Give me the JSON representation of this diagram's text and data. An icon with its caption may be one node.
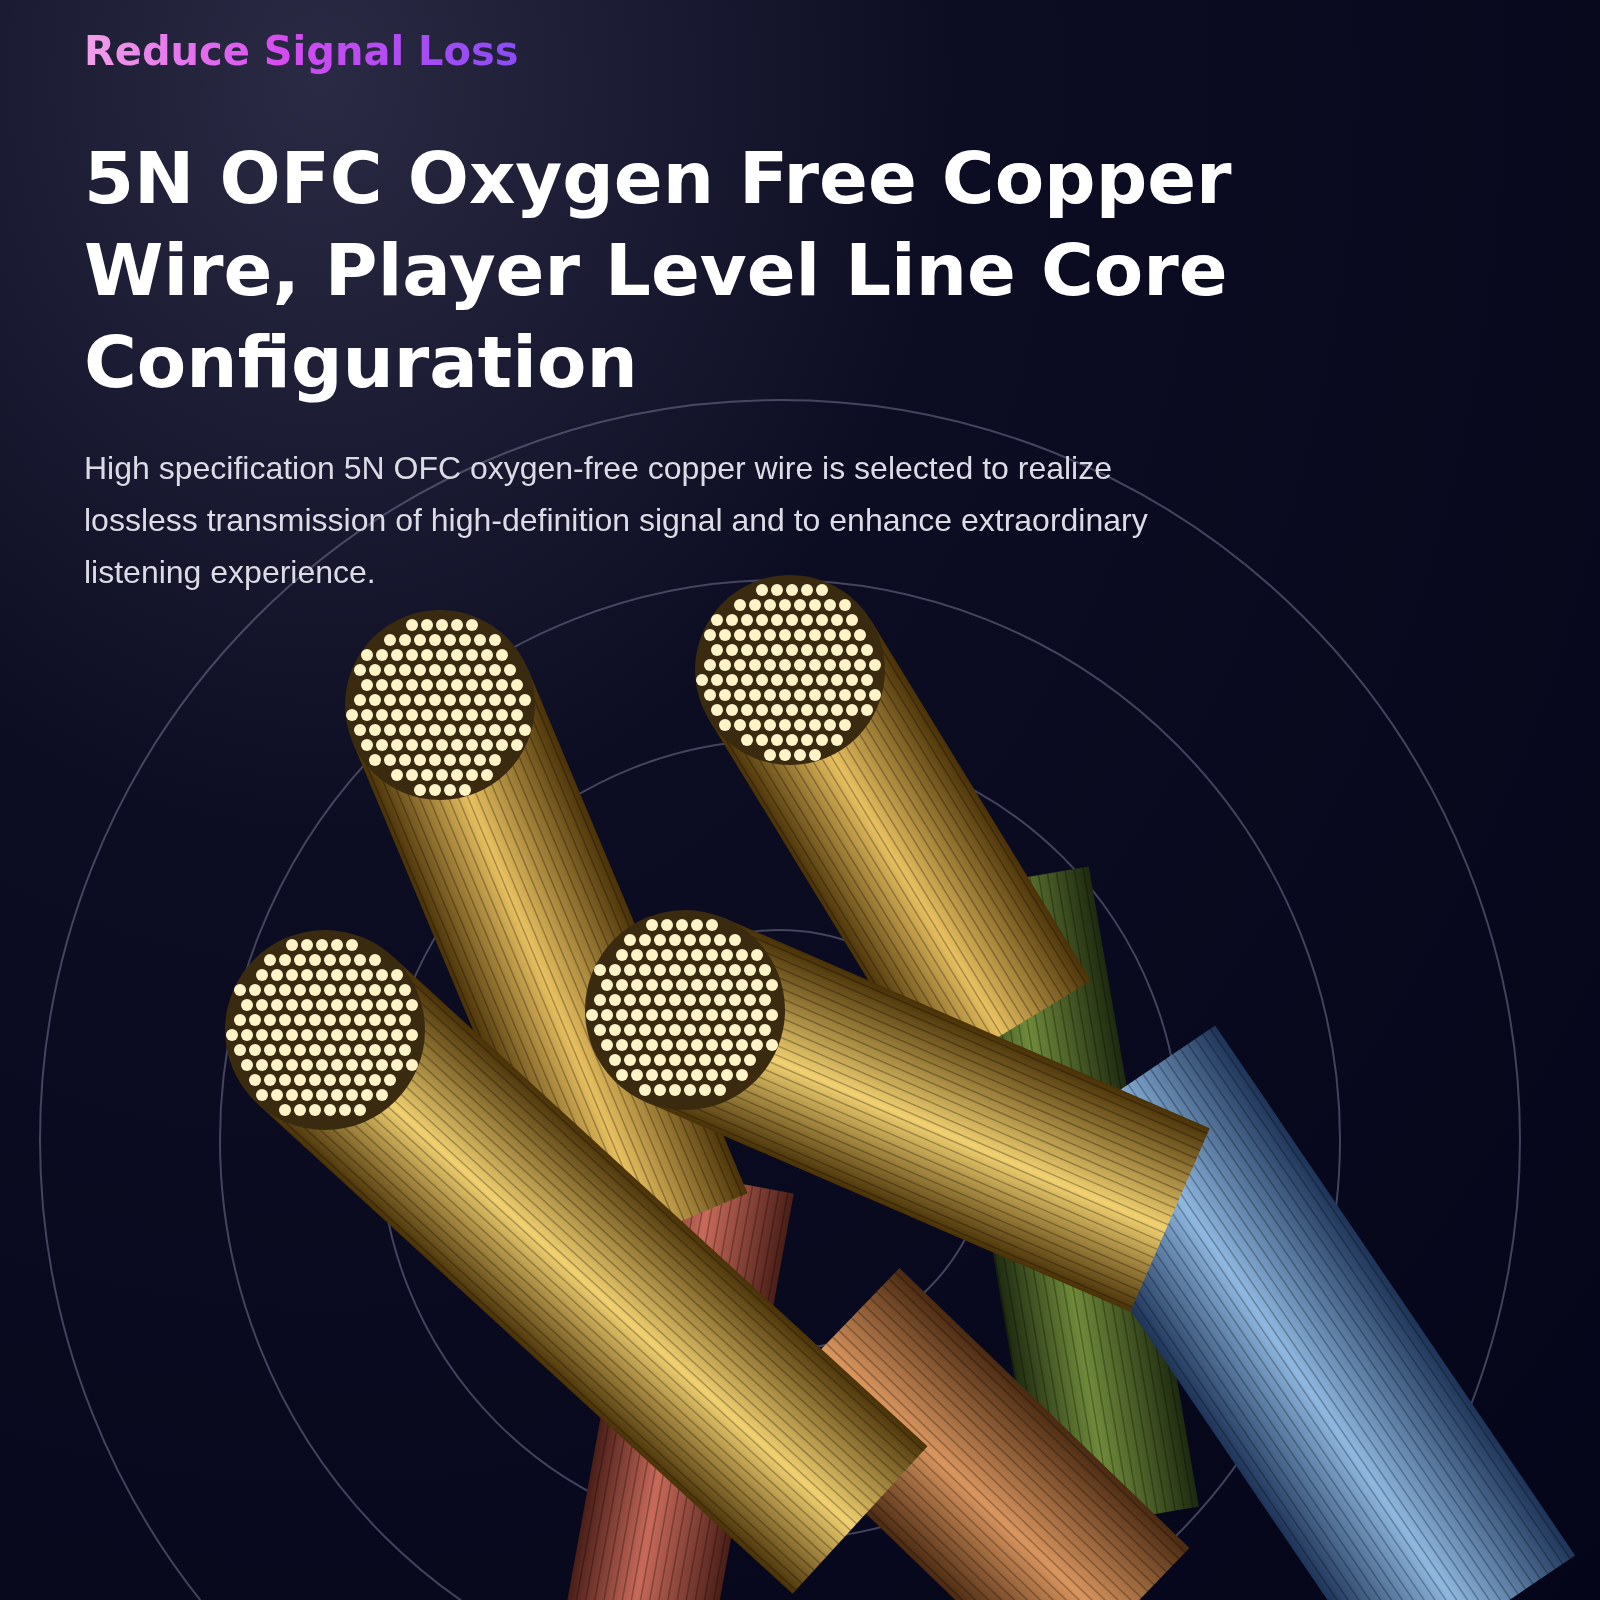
{
  "diagram": {
    "title": "5N OFC Oxygen Free Copper Wire, Player Level Line Core Configuration",
    "labels": [
      "Reduce Signal Loss",
      "High specification 5N OFC oxygen-free copper wire is selected to realize lossless transmission of high-definition signal and to enhance extraordinary listening experience."
    ]
  }
}
